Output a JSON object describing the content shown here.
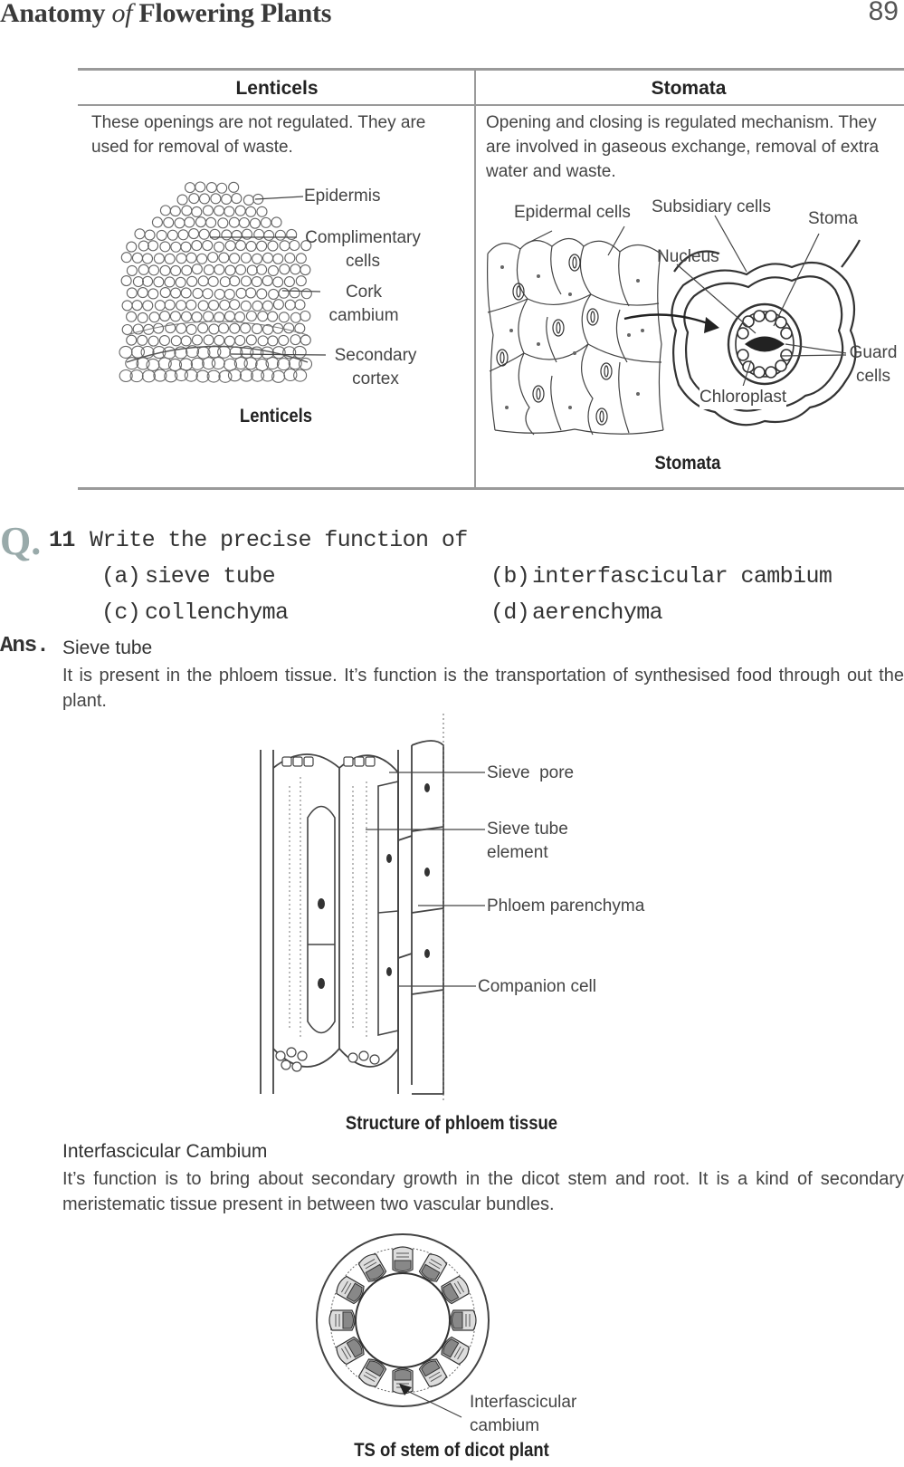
{
  "header": {
    "title_part1": "Anatomy",
    "title_part2": "of",
    "title_part3": "Flowering Plants",
    "page_number": "89"
  },
  "table": {
    "col1_header": "Lenticels",
    "col2_header": "Stomata",
    "col1_text": "These openings are not regulated. They are used for removal of waste.",
    "col2_text": "Opening and closing is regulated mechanism. They are involved in gaseous exchange, removal of extra water and waste.",
    "lenticel_labels": {
      "epidermis": "Epidermis",
      "complimentary_1": "Complimentary",
      "complimentary_2": "cells",
      "cork_1": "Cork",
      "cork_2": "cambium",
      "secondary_1": "Secondary",
      "secondary_2": "cortex"
    },
    "lenticel_caption": "Lenticels",
    "stomata_labels": {
      "epidermal": "Epidermal cells",
      "subsidiary": "Subsidiary cells",
      "stoma": "Stoma",
      "nucleus": "Nucleus",
      "guard_1": "Guard",
      "guard_2": "cells",
      "chloroplast": "Chloroplast"
    },
    "stomata_caption": "Stomata"
  },
  "question": {
    "mark": "Q.",
    "number": "11",
    "text": "Write the precise function of",
    "options": [
      {
        "key": "(a)",
        "text": "sieve tube"
      },
      {
        "key": "(b)",
        "text": "interfascicular cambium"
      },
      {
        "key": "(c)",
        "text": "collenchyma"
      },
      {
        "key": "(d)",
        "text": "aerenchyma"
      }
    ]
  },
  "answer": {
    "mark": "Ans.",
    "sieve_heading": "Sieve tube",
    "sieve_text": "It is present in the phloem tissue. It’s function is the transportation of synthesised food through out the plant.",
    "phloem_labels": {
      "sieve_pore": "Sieve  pore",
      "ste_1": "Sieve tube",
      "ste_2": "element",
      "parenchyma": "Phloem parenchyma",
      "companion": "Companion cell"
    },
    "phloem_caption": "Structure of phloem tissue",
    "cambium_heading": "Interfascicular Cambium",
    "cambium_text": "It’s function is to bring about secondary growth in the dicot stem and root. It is a kind of secondary meristematic tissue present in between two vascular bundles.",
    "ts_labels": {
      "label_1": "Interfascicular",
      "label_2": "cambium"
    },
    "ts_caption": "TS of stem of dicot plant"
  }
}
